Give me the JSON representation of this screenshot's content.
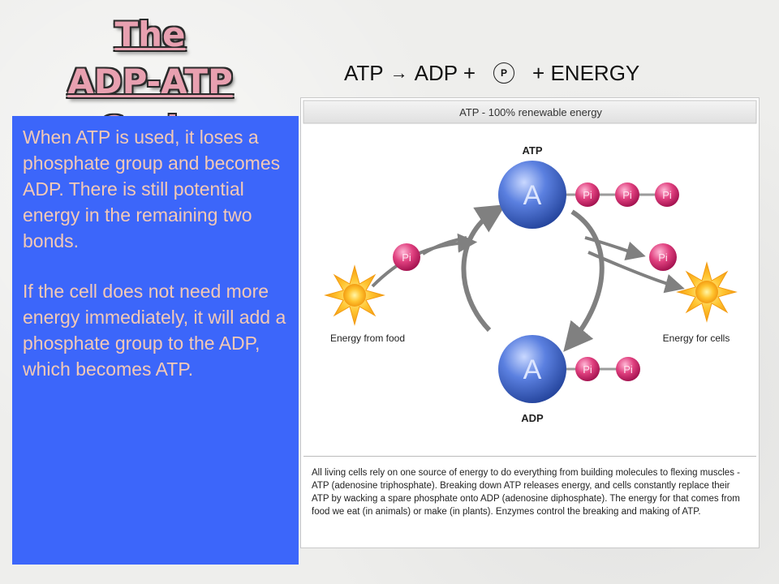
{
  "title": {
    "line1": "The",
    "line2": "ADP-ATP  Cycle"
  },
  "equation": {
    "left": "ATP",
    "arrow": "→",
    "middle": "ADP +",
    "phosphate": "P",
    "right": "+ ENERGY"
  },
  "text_panel": {
    "paragraph1": "When ATP is used, it loses a phosphate group and becomes ADP.  There is still potential energy in the remaining two bonds.",
    "paragraph2": "If the cell does not need more energy immediately, it will add a phosphate group to the ADP, which becomes ATP."
  },
  "figure": {
    "header": "ATP - 100% renewable energy",
    "atp_label": "ATP",
    "adp_label": "ADP",
    "adenosine_label": "A",
    "phosphate_label": "Pi",
    "energy_from_food": "Energy from food",
    "energy_for_cells": "Energy for cells",
    "caption": "All living cells rely on one source of energy to do everything from building molecules to flexing muscles - ATP (adenosine triphosphate). Breaking down ATP releases energy, and cells constantly replace their ATP by wacking a spare phosphate onto ADP (adenosine diphosphate). The energy for that comes from food we eat (in animals) or make (in plants). Enzymes control the breaking and making of ATP.",
    "colors": {
      "adenosine": "#3f63c7",
      "phosphate": "#d3206f",
      "sun": "#f5a623",
      "arrow": "#808080",
      "header_bg": "#ececec"
    }
  }
}
